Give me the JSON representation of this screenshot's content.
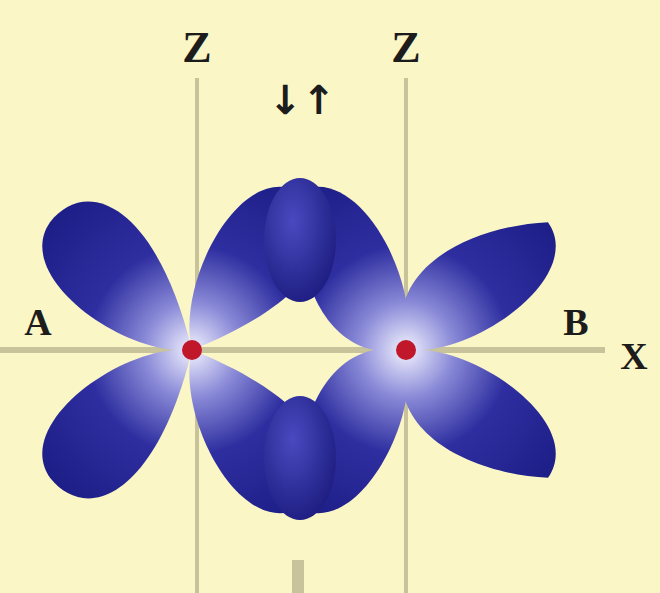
{
  "diagram": {
    "labels": [
      "Z",
      "Z",
      "↓↑",
      "A",
      "B",
      "X"
    ]
  }
}
